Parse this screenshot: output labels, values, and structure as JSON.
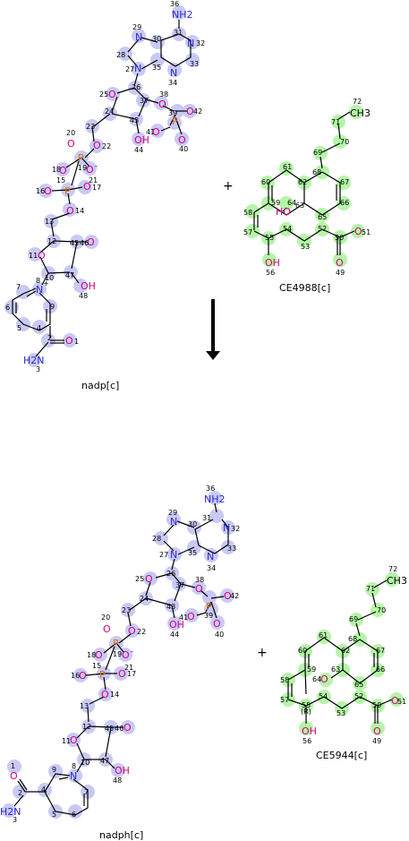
{
  "reaction": {
    "reactants": [
      {
        "id": "nadp",
        "label": "nadp[c]"
      },
      {
        "id": "ce4988",
        "label": "CE4988[c]"
      }
    ],
    "products": [
      {
        "id": "nadph",
        "label": "nadph[c]"
      },
      {
        "id": "ce5944",
        "label": "CE5944[c]"
      }
    ],
    "plus": "+",
    "stereo_label": "(R)"
  },
  "colors": {
    "nad_highlight": "#c9c9f5",
    "ce_highlight": "#b5f5a8",
    "nitrogen": "#2a2ad0",
    "oxygen": "#d0007a",
    "phosphorus": "#d87000",
    "bond": "#000000",
    "ce_bond": "#000000"
  },
  "atom_text": {
    "nh2": "NH2",
    "h2n": "H2N",
    "n": "N",
    "o": "O",
    "p": "P",
    "oh": "OH",
    "ho": "HO",
    "ch3": "CH3",
    "minus": "-",
    "plusCharge": "+"
  }
}
